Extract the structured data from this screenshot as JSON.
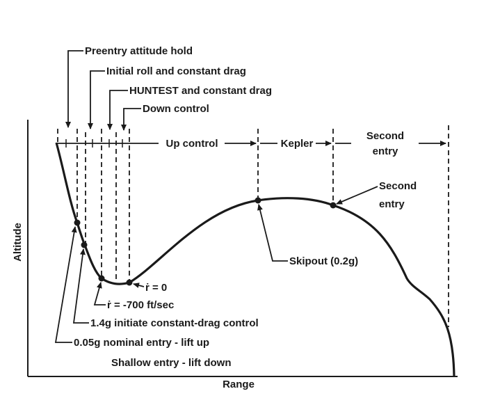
{
  "axes": {
    "y_label": "Altitude",
    "x_label": "Range"
  },
  "phases_top": {
    "preentry": "Preentry attitude hold",
    "initial_roll": "Initial roll and constant drag",
    "huntest": "HUNTEST and constant drag",
    "down_control": "Down control"
  },
  "phases_inline": {
    "up_control": "Up control",
    "kepler": "Kepler",
    "second_entry_line1": "Second",
    "second_entry_line2": "entry"
  },
  "callouts": {
    "second_entry_point_line1": "Second",
    "second_entry_point_line2": "entry",
    "skipout": "Skipout (0.2g)",
    "rdot_zero": "ṙ = 0",
    "rdot_700": "ṙ = -700 ft/sec",
    "constant_drag": "1.4g initiate constant-drag control",
    "nominal_entry": "0.05g nominal entry - lift up",
    "shallow_entry": "Shallow entry - lift down"
  },
  "colors": {
    "ink": "#1a1a1a",
    "background": "#ffffff"
  }
}
